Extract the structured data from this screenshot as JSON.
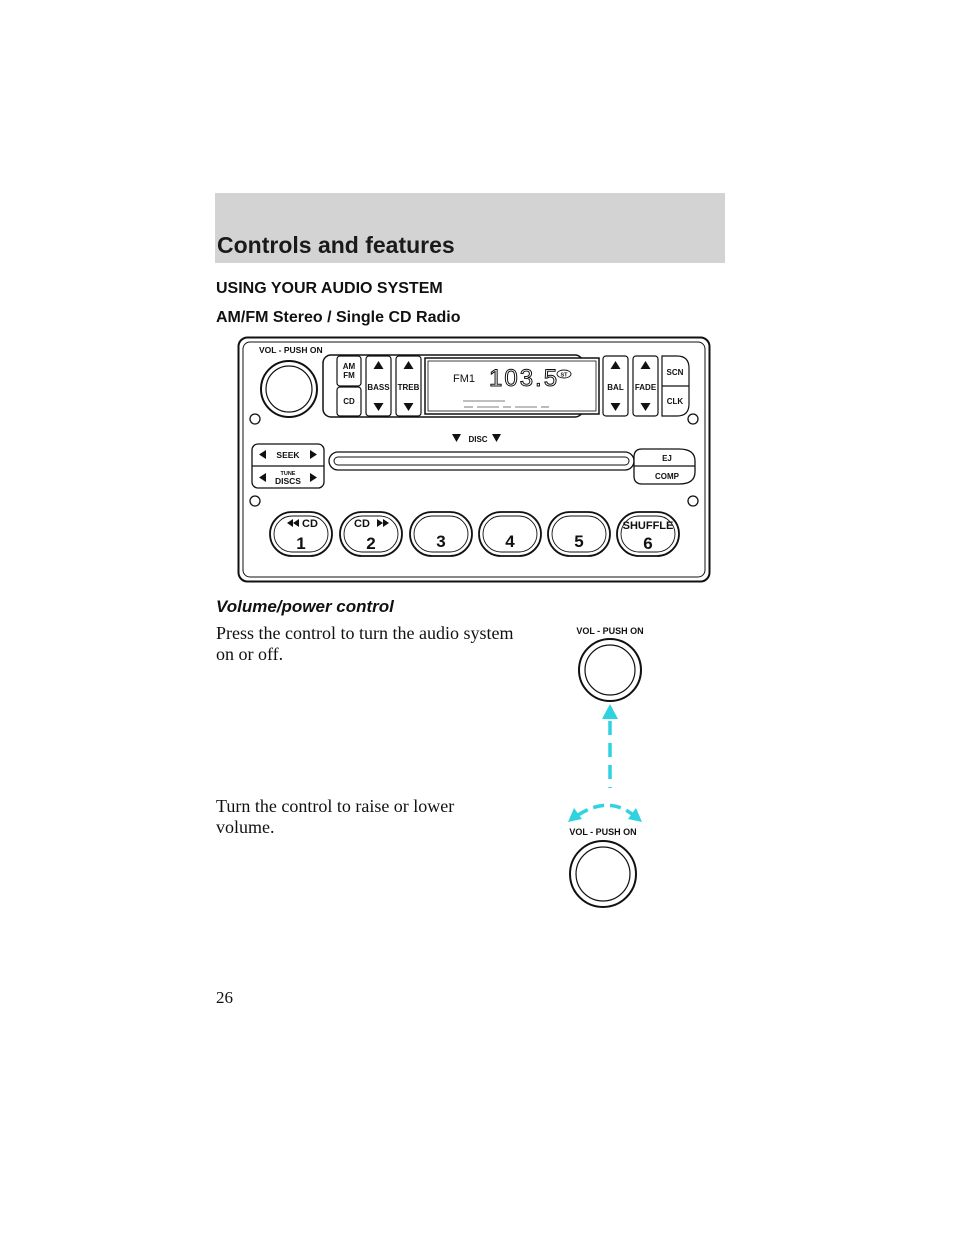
{
  "header": {
    "title": "Controls and features"
  },
  "section_title": "USING YOUR AUDIO SYSTEM",
  "subsection_title": "AM/FM Stereo / Single CD Radio",
  "radio": {
    "volume_label": "VOL - PUSH ON",
    "amfm_label_am": "AM",
    "amfm_label_fm": "FM",
    "cd_label": "CD",
    "bass_label": "BASS",
    "treb_label": "TREB",
    "band_display": "FM1",
    "frequency_display": "103.5",
    "stereo_indicator": "ST",
    "bal_label": "BAL",
    "fade_label": "FADE",
    "scn_label": "SCN",
    "clk_label": "CLK",
    "disc_label": "DISC",
    "seek_label": "SEEK",
    "tune_label": "TUNE",
    "discs_label": "DISCS",
    "ej_label": "EJ",
    "comp_label": "COMP",
    "presets": [
      {
        "number": "1",
        "sub": "CD",
        "arrow": "rewind"
      },
      {
        "number": "2",
        "sub": "CD",
        "arrow": "forward"
      },
      {
        "number": "3",
        "sub": ""
      },
      {
        "number": "4",
        "sub": ""
      },
      {
        "number": "5",
        "sub": ""
      },
      {
        "number": "6",
        "sub": "SHUFFLE"
      }
    ]
  },
  "volume_section": {
    "title": "Volume/power control",
    "press_text": "Press the control to turn the audio system on or off.",
    "turn_text": "Turn the control to raise or lower volume.",
    "fig_label_top": "VOL - PUSH ON",
    "fig_label_bottom": "VOL - PUSH ON",
    "arrow_color": "#2fd3e0"
  },
  "page_number": "26"
}
